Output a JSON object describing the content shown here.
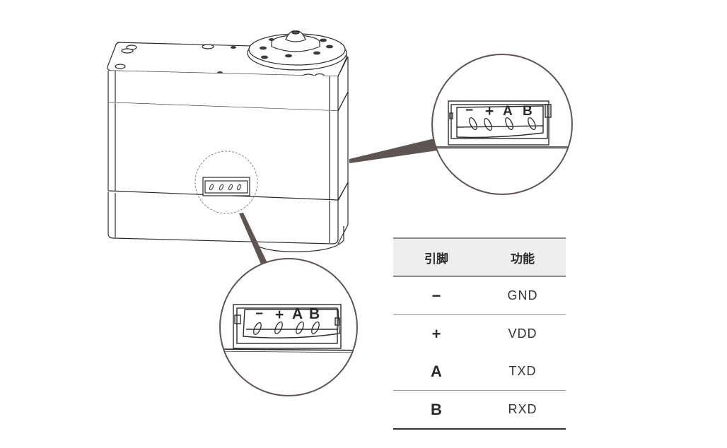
{
  "figure": {
    "subject": "servo motor connector pinout",
    "connector_labels": [
      "−",
      "+",
      "A",
      "B"
    ],
    "callouts": [
      {
        "name": "top-right-magnified-connector",
        "labels": [
          "−",
          "+",
          "A",
          "B"
        ]
      },
      {
        "name": "bottom-magnified-connector",
        "labels": [
          "−",
          "+",
          "A",
          "B"
        ]
      }
    ],
    "callout_color": "#5e5452"
  },
  "pin_table": {
    "headers": {
      "pin": "引脚",
      "function": "功能"
    },
    "rows": [
      {
        "pin": "−",
        "function": "GND",
        "separator_below": true
      },
      {
        "pin": "+",
        "function": "VDD",
        "separator_below": false
      },
      {
        "pin": "A",
        "function": "TXD",
        "separator_below": true
      },
      {
        "pin": "B",
        "function": "RXD",
        "separator_below": false
      }
    ],
    "header_bg": "#eeeeee"
  }
}
